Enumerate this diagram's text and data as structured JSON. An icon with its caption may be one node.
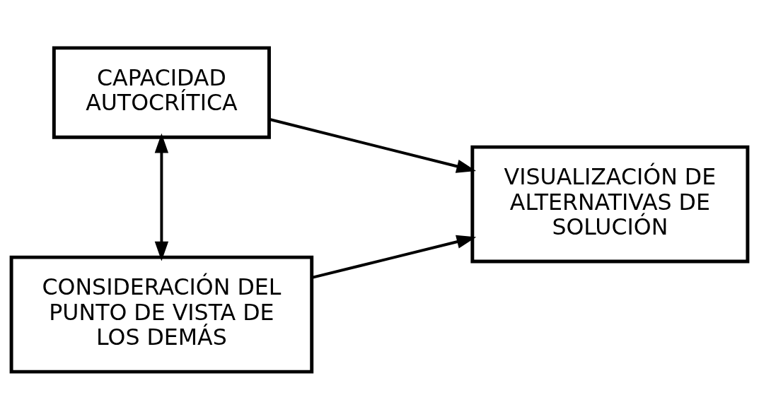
{
  "diagram": {
    "nodes": [
      {
        "text": [
          "CAPACIDAD AUTOCRÍTICA"
        ]
      },
      {
        "text": [
          "VISUALIZACIÓN DE ALTERNATIVAS DE SOLUCIÓN"
        ]
      },
      {
        "text": [
          "CONSIDERACIÓN DEL PUNTO DE VISTA DE LOS DEMÁS"
        ]
      }
    ],
    "edges": [
      {
        "from": 0,
        "to": 1,
        "arrow": "to"
      },
      {
        "from": 0,
        "to": 2,
        "arrow": "both"
      },
      {
        "from": 2,
        "to": 1,
        "arrow": "to"
      }
    ]
  }
}
